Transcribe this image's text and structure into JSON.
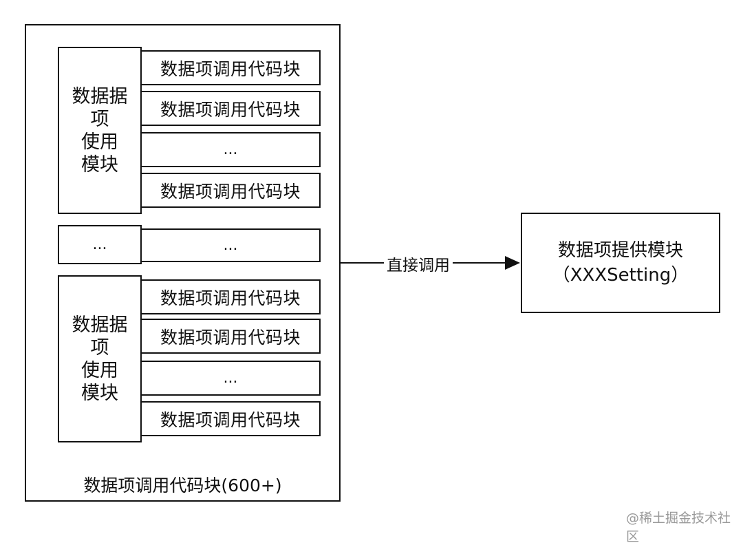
{
  "container": {
    "caption": "数据项调用代码块(600+)"
  },
  "group1": {
    "side_label": "数据据\n项\n使用\n模块",
    "rows": [
      "数据项调用代码块",
      "数据项调用代码块",
      "...",
      "数据项调用代码块"
    ]
  },
  "middle": {
    "left": "...",
    "right": "..."
  },
  "group2": {
    "side_label": "数据据\n项\n使用\n模块",
    "rows": [
      "数据项调用代码块",
      "数据项调用代码块",
      "...",
      "数据项调用代码块"
    ]
  },
  "edge": {
    "label": "直接调用"
  },
  "provider": {
    "line1": "数据项提供模块",
    "line2": "（XXXSetting）"
  },
  "watermark": "@稀土掘金技术社区"
}
